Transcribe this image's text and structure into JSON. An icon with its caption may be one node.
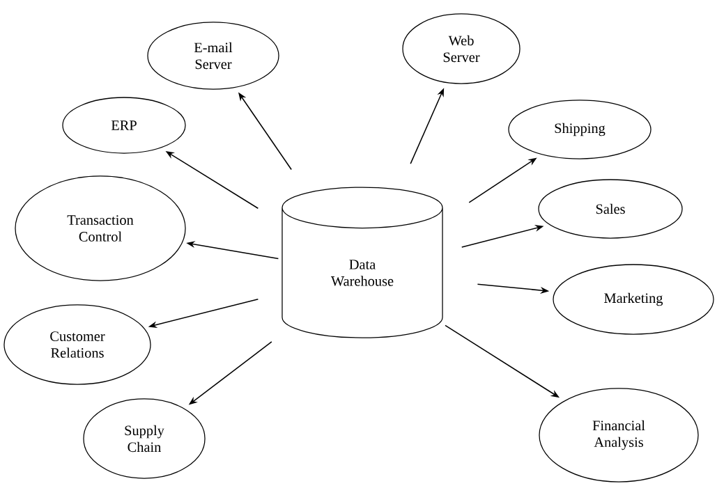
{
  "diagram": {
    "nodes": [
      {
        "text": [
          "E-mail Server"
        ]
      },
      {
        "text": [
          "Web Server"
        ]
      },
      {
        "text": [
          "ERP"
        ]
      },
      {
        "text": [
          "Shipping"
        ]
      },
      {
        "text": [
          "Transaction Control"
        ]
      },
      {
        "text": [
          "Data Warehouse"
        ]
      },
      {
        "text": [
          "Sales"
        ]
      },
      {
        "text": [
          "Marketing"
        ]
      },
      {
        "text": [
          "Customer Relations"
        ]
      },
      {
        "text": [
          "Supply Chain"
        ]
      },
      {
        "text": [
          "Financial Analysis"
        ]
      }
    ],
    "edges": [
      {
        "from": 5,
        "to": 0,
        "arrow": "to"
      },
      {
        "from": 5,
        "to": 1,
        "arrow": "to"
      },
      {
        "from": 5,
        "to": 2,
        "arrow": "to"
      },
      {
        "from": 5,
        "to": 3,
        "arrow": "to"
      },
      {
        "from": 5,
        "to": 4,
        "arrow": "to"
      },
      {
        "from": 5,
        "to": 6,
        "arrow": "to"
      },
      {
        "from": 5,
        "to": 7,
        "arrow": "to"
      },
      {
        "from": 5,
        "to": 8,
        "arrow": "to"
      },
      {
        "from": 5,
        "to": 9,
        "arrow": "to"
      },
      {
        "from": 5,
        "to": 10,
        "arrow": "to"
      }
    ]
  }
}
